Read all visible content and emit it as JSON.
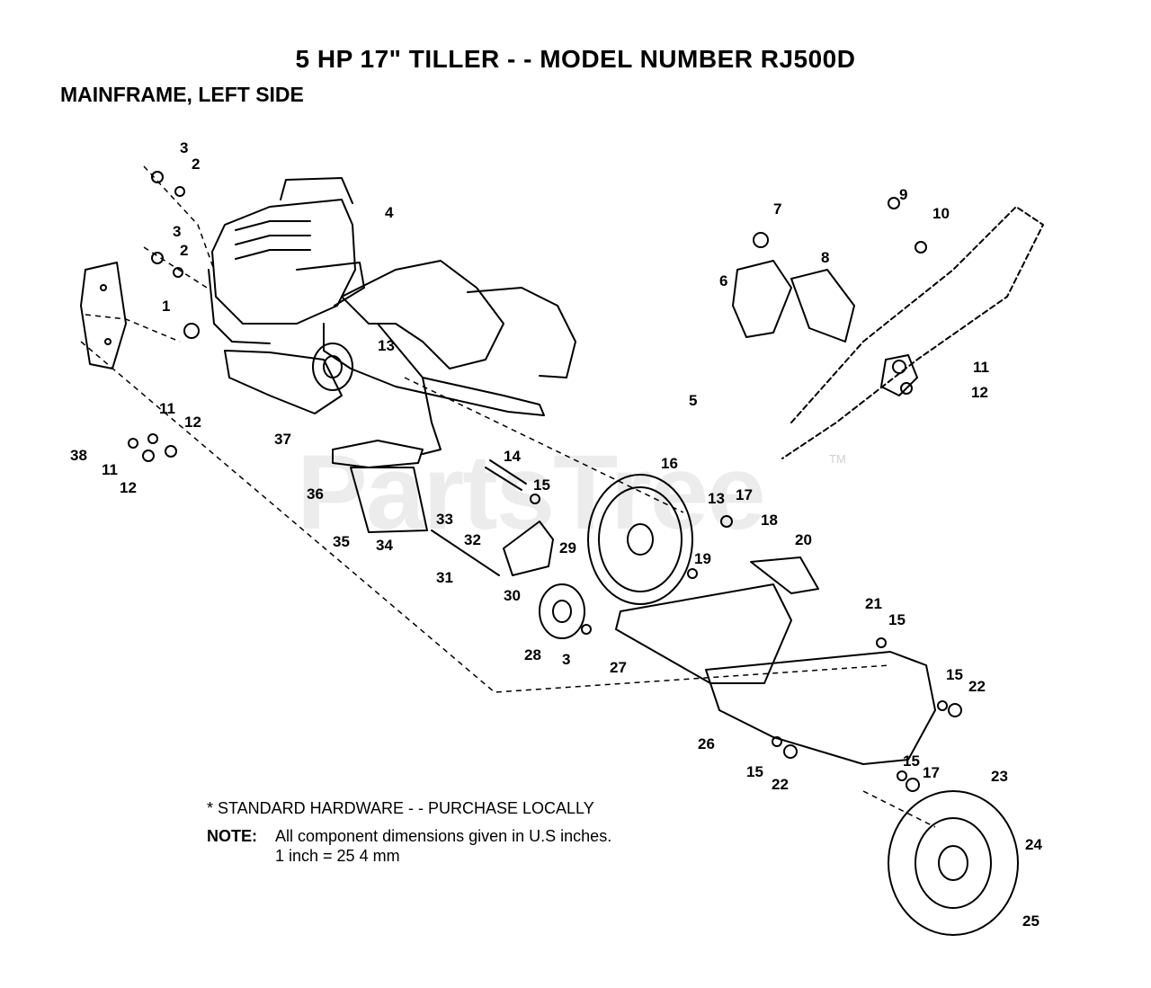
{
  "title": "5 HP 17\" TILLER - - MODEL NUMBER RJ500D",
  "subtitle": "MAINFRAME, LEFT SIDE",
  "watermark": "PartsTree",
  "watermark_tm": "TM",
  "notes": {
    "standard_hardware": "* STANDARD HARDWARE - - PURCHASE LOCALLY",
    "note_label": "NOTE:",
    "note_line1": "All component dimensions given in U.S  inches.",
    "note_line2": "1 inch = 25 4 mm"
  },
  "callouts": [
    "3",
    "2",
    "3",
    "2",
    "1",
    "4",
    "13",
    "37",
    "38",
    "11",
    "12",
    "11",
    "12",
    "36",
    "35",
    "34",
    "33",
    "14",
    "15",
    "32",
    "31",
    "30",
    "29",
    "28",
    "3",
    "27",
    "16",
    "13",
    "17",
    "19",
    "18",
    "20",
    "21",
    "15",
    "26",
    "15",
    "22",
    "15",
    "22",
    "15",
    "17",
    "23",
    "24",
    "25",
    "7",
    "9",
    "10",
    "8",
    "6",
    "5",
    "11",
    "12"
  ]
}
